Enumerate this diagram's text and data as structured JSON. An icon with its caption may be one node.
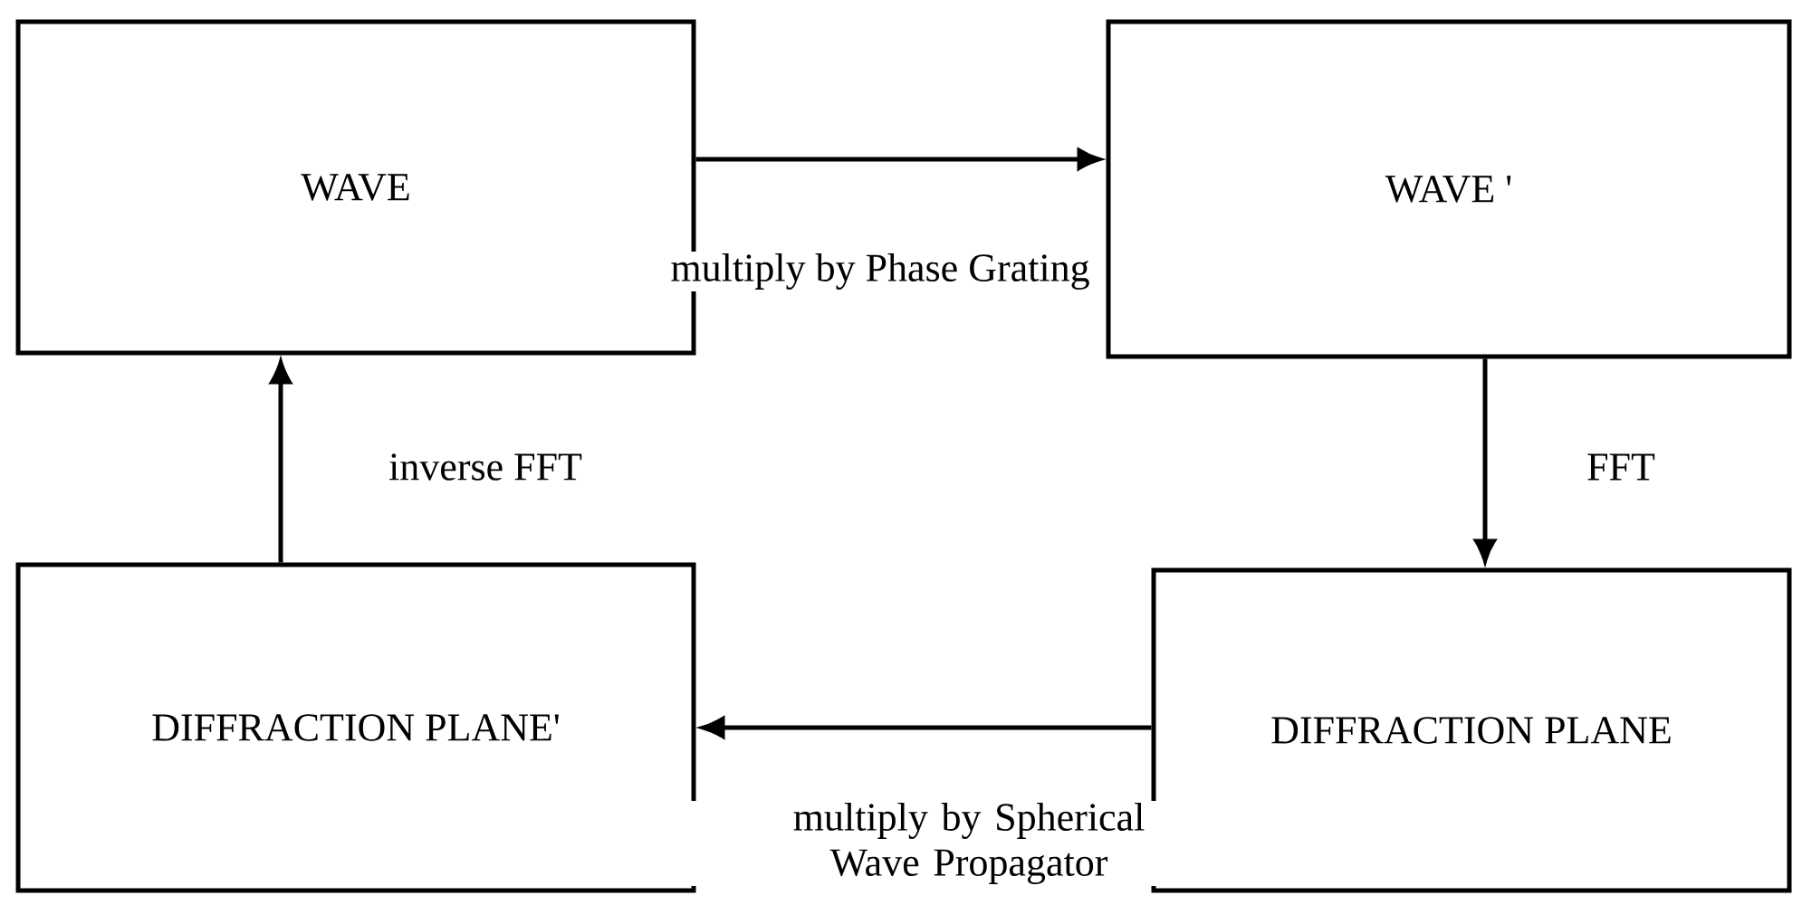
{
  "diagram": {
    "nodes": [
      {
        "text": [
          "WAVE"
        ]
      },
      {
        "text": [
          "WAVE '"
        ]
      },
      {
        "text": [
          "DIFFRACTION PLANE'"
        ]
      },
      {
        "text": [
          "DIFFRACTION PLANE"
        ]
      }
    ],
    "edges": [
      {
        "from": 0,
        "to": 1,
        "arrow": "to",
        "label": "multiply by Phase Grating"
      },
      {
        "from": 1,
        "to": 3,
        "arrow": "to",
        "label": "FFT"
      },
      {
        "from": 3,
        "to": 2,
        "arrow": "to",
        "label": "multiply by Spherical Wave Propagator"
      },
      {
        "from": 2,
        "to": 0,
        "arrow": "to",
        "label": "inverse FFT"
      }
    ]
  }
}
